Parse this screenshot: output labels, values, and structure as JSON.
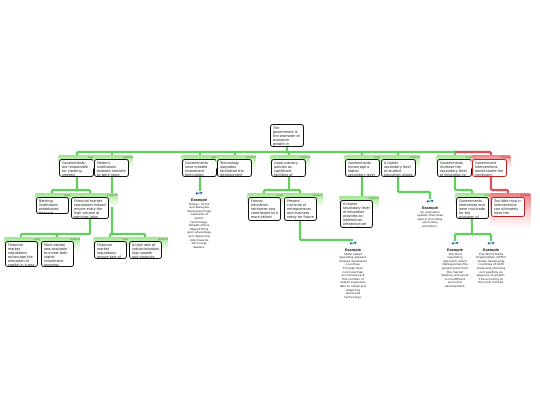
{
  "colors": {
    "support": "#5fd15a",
    "oppose": "#e0505a",
    "connector": "#5fd15a",
    "example_icon": "#1b4fb5"
  },
  "icons": {
    "example": "example-glyph"
  },
  "root": {
    "text": "The government is the promoter of economic growth in developed countries."
  },
  "branches": [
    {
      "text": "Governments are responsible for creating needed institutions.",
      "tag": "support",
      "children": [
        {
          "text": "Banking institutions established financial market regulations.",
          "tag": "support",
          "children": []
        },
        {
          "text": "Financial market regulations helped ensure entry the high volume of earnings (aka) needed facilities.",
          "tag": "support",
          "children": [
            {
              "text": "Financial market regulations encourage the allocation of capital in a way such as investment.",
              "tag": "support"
            },
            {
              "text": "More capital was available to invest both higher investment business development, such as factory and equipment.",
              "tag": "support"
            }
          ]
        }
      ]
    },
    {
      "text": "Modern institutions enabled markets to work more effectively.",
      "tag": "support",
      "children": [
        {
          "text": "Financial market regulations ensure sale of high earnings (ie).",
          "tag": "support",
          "children": []
        },
        {
          "text": "A high rate of industrialization high growth and products.",
          "tag": "support",
          "children": []
        }
      ]
    },
    {
      "text": "Governments have created investment technology upgrades.",
      "tag": "support",
      "example": {
        "label": "Example",
        "text": "Taiwan, China and Malaysia developed huge networks of public technology. Infrastructure helped firms gain advantage and deserving rate towards becoming leaders."
      },
      "children": []
    },
    {
      "text": "Technology upgrades facilitated the development and transfer of technology.",
      "tag": "support",
      "children": []
    },
    {
      "text": "Good industry policies as significant facilities of building within developed countries.",
      "tag": "support",
      "children": [
        {
          "text": "Formal education reinforces and contributes to a more skilled and high level economic environment.",
          "tag": "support",
          "children": []
        },
        {
          "text": "Present curricula of entrepreneurs and business ready for future growth throughout needs productive labor.",
          "tag": "support",
          "example": {
            "label": "Example",
            "text": "State based spending appears diverse developed countries. Through their curricula their economies lack the number of skilled engineers able to adopt and adapt the advanced technology."
          },
          "children": []
        }
      ]
    },
    {
      "text": "Governments encourage a higher secondary level of student education.",
      "tag": "support",
      "children": [
        {
          "text": "A higher secondary level of education provides an intellectual infrastructure that facilitates a technology transfer.",
          "tag": "support",
          "children": []
        }
      ]
    },
    {
      "text": "A higher secondary level of student education allows more students to enter growth.",
      "tag": "support",
      "example": {
        "label": "Example",
        "text": "An education system that does well in providing secondary education."
      },
      "children": []
    },
    {
      "text": "Governments increase the secondary level of education to spur enrollment and gain productivity.",
      "tag": "support",
      "children": [
        {
          "text": "Governments intervened and were mid-trade for the provision of schooling and investment.",
          "tag": "support",
          "examples": [
            {
              "label": "Example",
              "text": "The third regulatory approach which distinguishes the government from the market feeding and lands is insufficient economic development."
            },
            {
              "label": "Example",
              "text": "The World Trade Organization (WTO) shows developing countries of both trade and planning and exerting an absence of growth. The economy to the local market."
            }
          ]
        }
      ]
    },
    {
      "text": "Government interventions would tackle the necessary market.",
      "tag": "oppose",
      "children": [
        {
          "text": "Too little trust in interventions can ultimately have the disastrous.",
          "tag": "oppose",
          "children": []
        }
      ]
    }
  ]
}
